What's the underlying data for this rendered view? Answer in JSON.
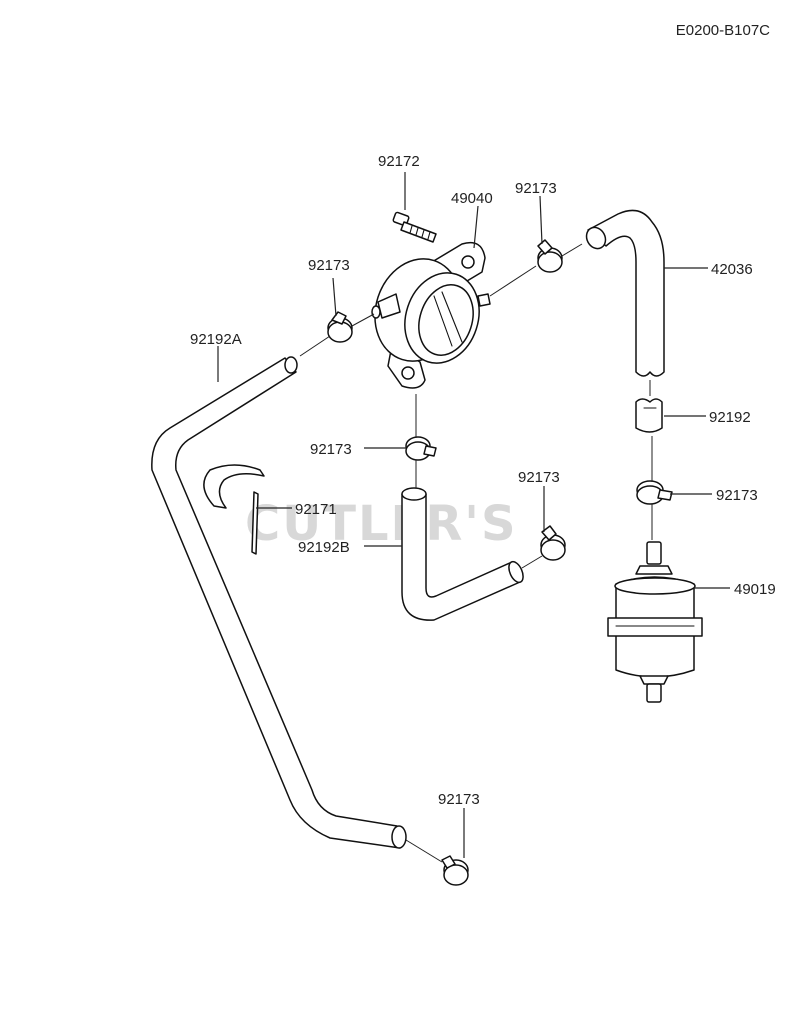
{
  "diagram": {
    "ref_code": "E0200-B107C",
    "watermark": "CUTLER'S",
    "labels": {
      "clamp_top_left": "92173",
      "screw": "92172",
      "fuel_pump": "49040",
      "clamp_top_right": "92173",
      "hose_right": "42036",
      "hose_long_left": "92192A",
      "hose_joint": "92192",
      "clamp_middle": "92173",
      "clamp_right_lower": "92173",
      "clamp_center_right": "92173",
      "clip": "92171",
      "hose_elbow": "92192B",
      "fuel_filter": "49019",
      "clamp_bottom": "92173"
    }
  }
}
